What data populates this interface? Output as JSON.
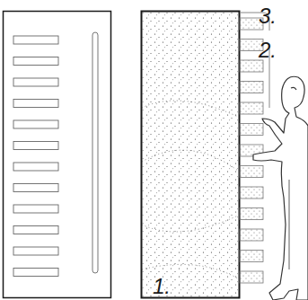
{
  "diagram": {
    "labels": [
      "3.",
      "2.",
      "1."
    ]
  }
}
